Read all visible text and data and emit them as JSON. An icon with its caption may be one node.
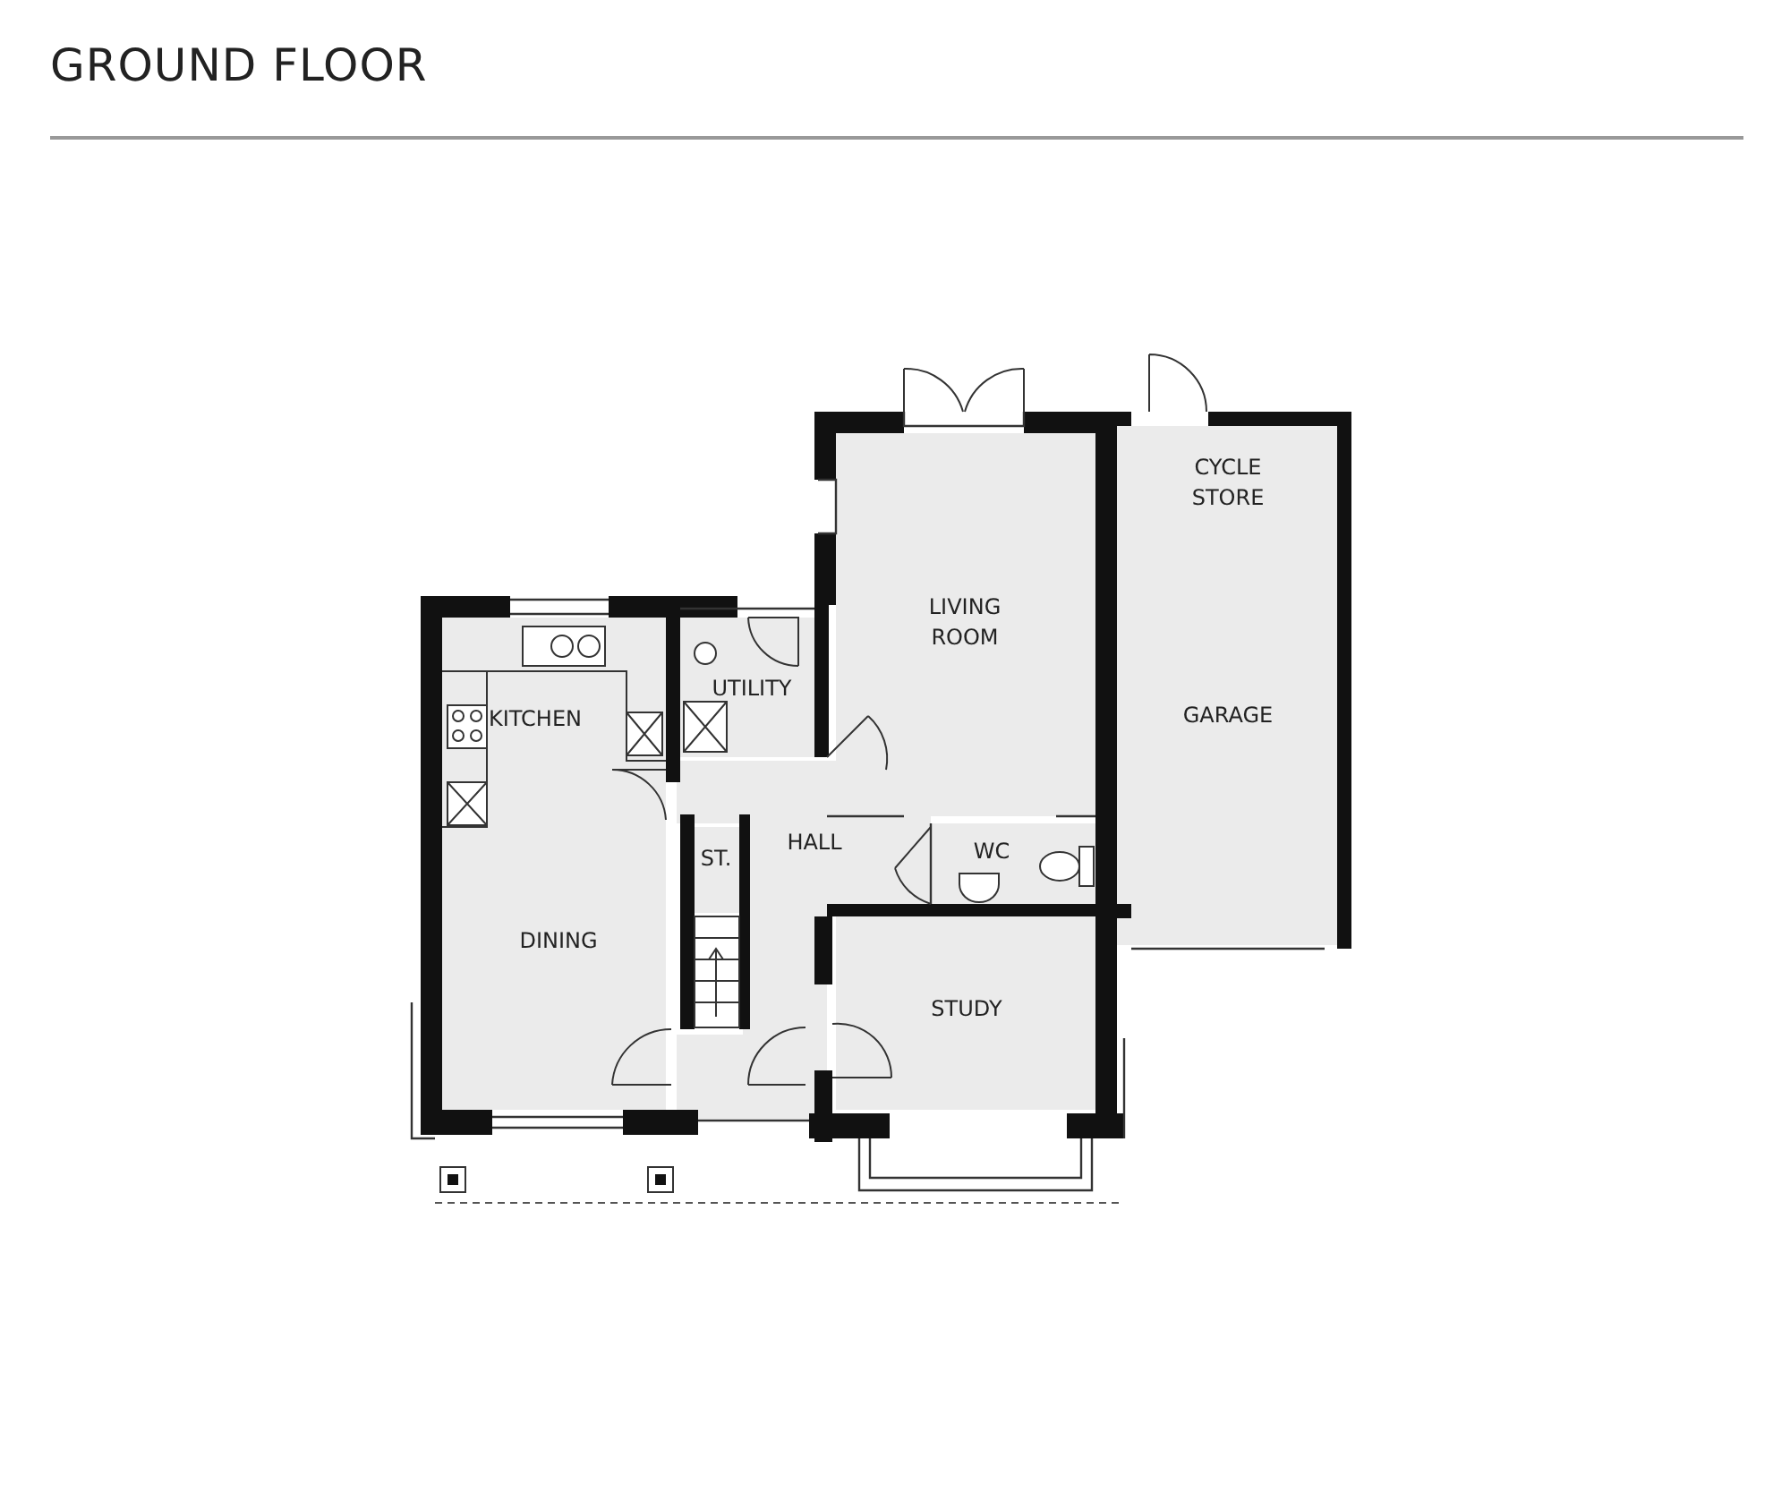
{
  "diagram": {
    "title": "GROUND FLOOR",
    "nodes": [
      {
        "text": [
          "CYCLE STORE"
        ]
      },
      {
        "text": [
          "LIVING ROOM"
        ]
      },
      {
        "text": [
          "UTILITY"
        ]
      },
      {
        "text": [
          "KITCHEN"
        ]
      },
      {
        "text": [
          "GARAGE"
        ]
      },
      {
        "text": [
          "HALL"
        ]
      },
      {
        "text": [
          "WC"
        ]
      },
      {
        "text": [
          "ST."
        ]
      },
      {
        "text": [
          "DINING"
        ]
      },
      {
        "text": [
          "STUDY"
        ]
      }
    ]
  }
}
